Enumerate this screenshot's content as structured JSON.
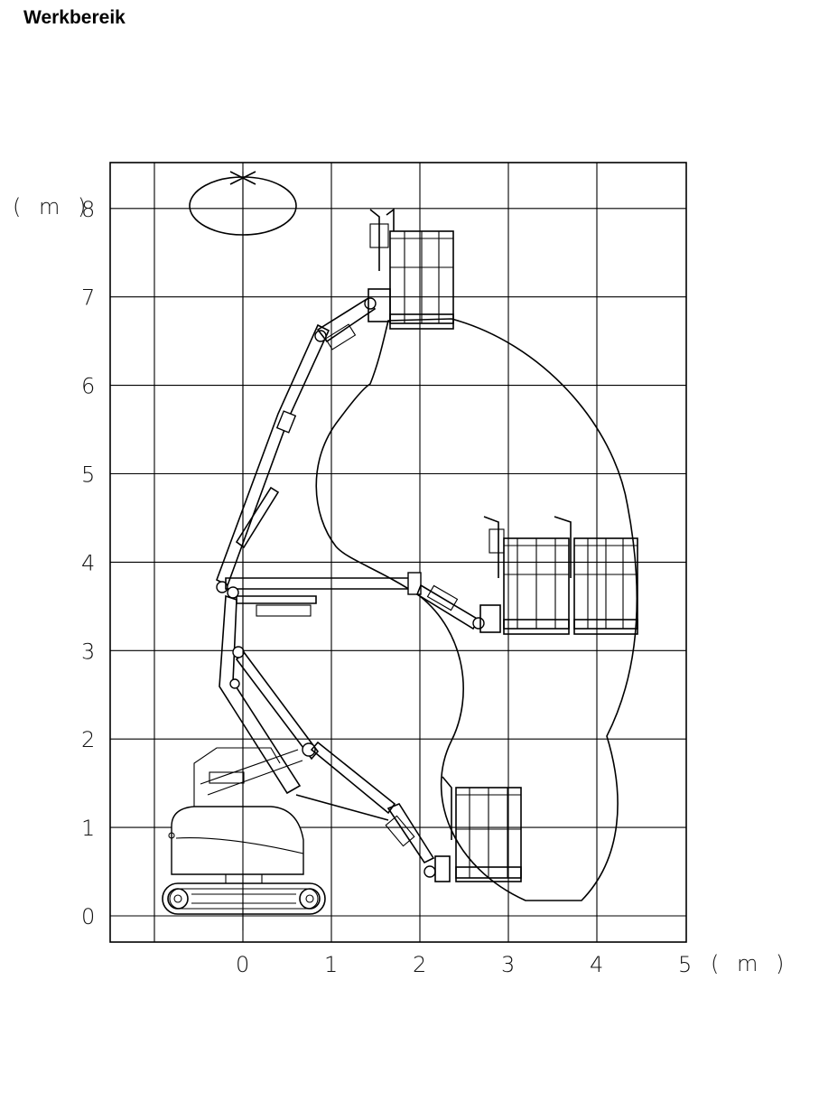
{
  "title": "Werkbereik",
  "axes": {
    "x_unit": "( m )",
    "y_unit": "( m )",
    "x_ticks": [
      "0",
      "1",
      "2",
      "3",
      "4",
      "5"
    ],
    "y_ticks": [
      "0",
      "1",
      "2",
      "3",
      "4",
      "5",
      "6",
      "7",
      "8"
    ]
  }
}
